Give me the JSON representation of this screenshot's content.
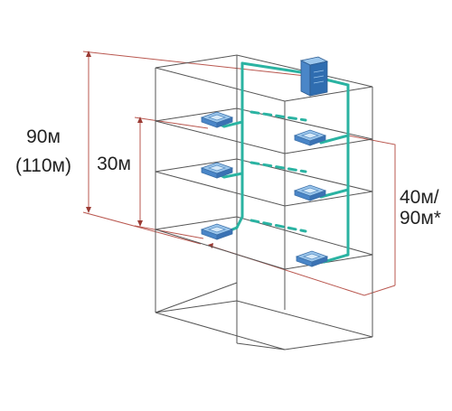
{
  "labels": {
    "height_total": "90м",
    "height_total_alt": "(110м)",
    "height_indoor": "30м",
    "pipe_length": "40м/",
    "pipe_length_alt": "90м*"
  },
  "colors": {
    "building": "#555555",
    "pipe": "#2ab3a2",
    "pipe_edge": "#137a6d",
    "dimension": "#b9574f",
    "dimension_dark": "#9a3a33",
    "unit_blue": "#4a86c8",
    "unit_light": "#9bc6ec",
    "text": "#222222"
  }
}
